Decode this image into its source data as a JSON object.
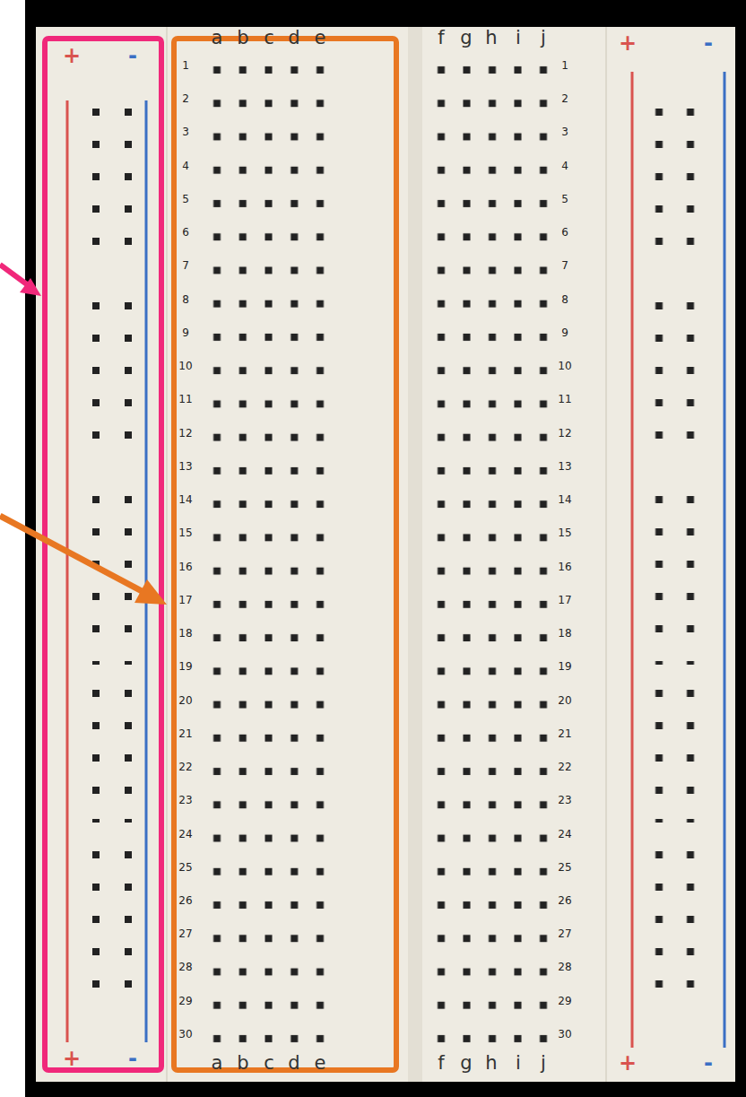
{
  "diagram": {
    "labels": [
      "+",
      "-",
      "a",
      "b",
      "c",
      "d",
      "e",
      "f",
      "g",
      "h",
      "i",
      "j",
      "+",
      "-",
      "1",
      "1",
      "2",
      "2",
      "3",
      "3",
      "4",
      "4",
      "5",
      "5",
      "6",
      "6",
      "7",
      "7",
      "8",
      "8",
      "9",
      "9",
      "10",
      "10",
      "11",
      "11",
      "12",
      "12",
      "13",
      "13",
      "14",
      "14",
      "15",
      "15",
      "16",
      "16",
      "17",
      "17",
      "18",
      "18",
      "19",
      "19",
      "20",
      "20",
      "21",
      "21",
      "22",
      "22",
      "23",
      "23",
      "24",
      "24",
      "25",
      "25",
      "26",
      "26",
      "27",
      "27",
      "28",
      "28",
      "29",
      "29",
      "30",
      "30",
      "+",
      "-",
      "a",
      "b",
      "c",
      "d",
      "e",
      "f",
      "g",
      "h",
      "i",
      "j",
      "+",
      "-"
    ]
  }
}
